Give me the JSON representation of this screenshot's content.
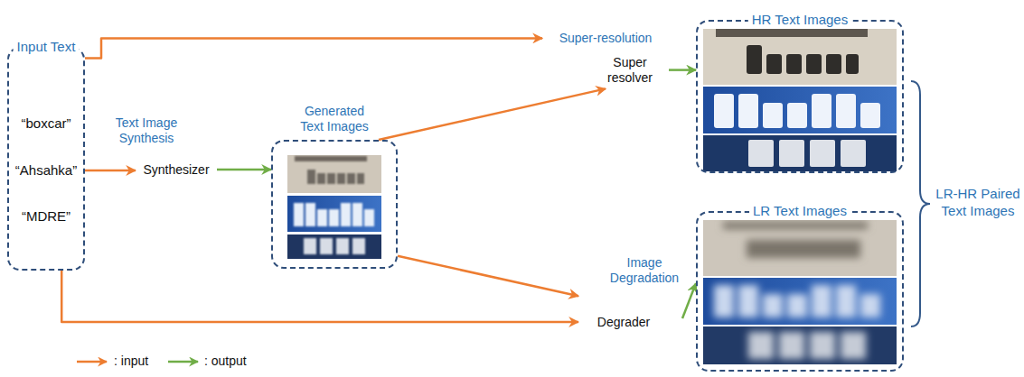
{
  "diagram": {
    "nodes": [
      {
        "text": [
          "Input Text",
          "“boxcar”",
          "“Ahsahka”",
          "“MDRE”"
        ]
      },
      {
        "text": [
          "Text Image Synthesis",
          "Synthesizer"
        ]
      },
      {
        "text": [
          "Generated Text Images"
        ]
      },
      {
        "text": [
          "Super-resolution",
          "Super resolver"
        ]
      },
      {
        "text": [
          "HR Text Images"
        ]
      },
      {
        "text": [
          "LR Text Images"
        ]
      },
      {
        "text": [
          "Image Degradation",
          "Degrader"
        ]
      }
    ],
    "edges": [
      {
        "from": 0,
        "to": 3,
        "arrow": "to"
      },
      {
        "from": 0,
        "to": 1,
        "arrow": "to"
      },
      {
        "from": 1,
        "to": 2,
        "arrow": "to"
      },
      {
        "from": 2,
        "to": 3,
        "arrow": "to"
      },
      {
        "from": 2,
        "to": 6,
        "arrow": "to"
      },
      {
        "from": 0,
        "to": 6,
        "arrow": "to"
      },
      {
        "from": 3,
        "to": 4,
        "arrow": "to"
      },
      {
        "from": 6,
        "to": 5,
        "arrow": "to"
      }
    ],
    "labels": [
      "LR-HR Paired Text Images"
    ],
    "legend": [
      {
        "text": ": input"
      },
      {
        "text": ": output"
      }
    ]
  }
}
